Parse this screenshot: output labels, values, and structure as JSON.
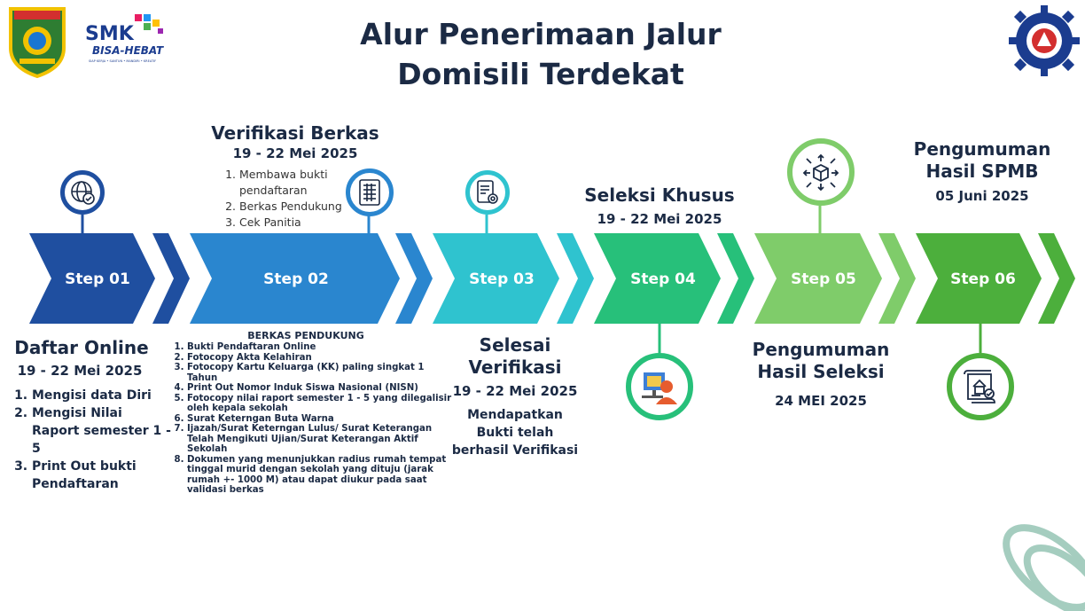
{
  "title": {
    "line1": "Alur Penerimaan Jalur",
    "line2": "Domisili Terdekat"
  },
  "logos": {
    "left_emblem": "regional-emblem",
    "smk": "SMK",
    "smk_tagline": "BISA-HEBAT",
    "smk_subtag": "SIAP KERJA • SANTUN • MANDIRI • KREATIF",
    "right_emblem": "school-gear-emblem"
  },
  "colors": {
    "step1": "#1f4fa0",
    "step2": "#2a86cf",
    "step3": "#2fc3cf",
    "step4": "#27c07a",
    "step5": "#7fcc6a",
    "step6": "#4caf3c",
    "text": "#1b2a44"
  },
  "steps": [
    {
      "label": "Step 01",
      "icon": "globe-check-icon"
    },
    {
      "label": "Step 02",
      "icon": "document-list-icon"
    },
    {
      "label": "Step 03",
      "icon": "document-gear-icon"
    },
    {
      "label": "Step 04",
      "icon": "person-computer-icon"
    },
    {
      "label": "Step 05",
      "icon": "box-arrows-icon"
    },
    {
      "label": "Step 06",
      "icon": "scroll-house-icon"
    }
  ],
  "step1": {
    "heading": "Daftar Online",
    "date": "19 - 22 Mei 2025",
    "items": [
      "Mengisi data Diri",
      "Mengisi Nilai Raport semester 1 - 5",
      "Print Out bukti Pendaftaran"
    ]
  },
  "step2": {
    "heading": "Verifikasi Berkas",
    "date": "19 - 22 Mei 2025",
    "items": [
      "Membawa bukti pendaftaran",
      "Berkas Pendukung",
      "Cek Panitia"
    ],
    "berkas_title": "BERKAS PENDUKUNG",
    "berkas_items": [
      "Bukti Pendaftaran Online",
      "Fotocopy Akta Kelahiran",
      "Fotocopy Kartu Keluarga (KK) paling singkat 1 Tahun",
      "Print Out Nomor Induk Siswa Nasional (NISN)",
      "Fotocopy nilai raport semester 1 - 5 yang dilegalisir oleh kepala sekolah",
      "Surat Keterngan Buta Warna",
      "Ijazah/Surat Keterngan Lulus/ Surat Keterangan Telah Mengikuti Ujian/Surat Keterangan Aktif Sekolah",
      "Dokumen yang menunjukkan radius rumah  tempat tinggal murid dengan sekolah yang dituju (jarak rumah +- 1000 M) atau dapat diukur pada saat validasi berkas"
    ]
  },
  "step3": {
    "heading_line1": "Selesai",
    "heading_line2": "Verifikasi",
    "date": "19 - 22 Mei 2025",
    "desc": "Mendapatkan Bukti telah berhasil Verifikasi"
  },
  "step4": {
    "heading": "Seleksi Khusus",
    "date": "19 - 22 Mei 2025"
  },
  "step5": {
    "heading_line1": "Pengumuman",
    "heading_line2": "Hasil Seleksi",
    "date": "24 MEI 2025"
  },
  "step6": {
    "heading_line1": "Pengumuman",
    "heading_line2": "Hasil SPMB",
    "date": "05 Juni  2025"
  }
}
